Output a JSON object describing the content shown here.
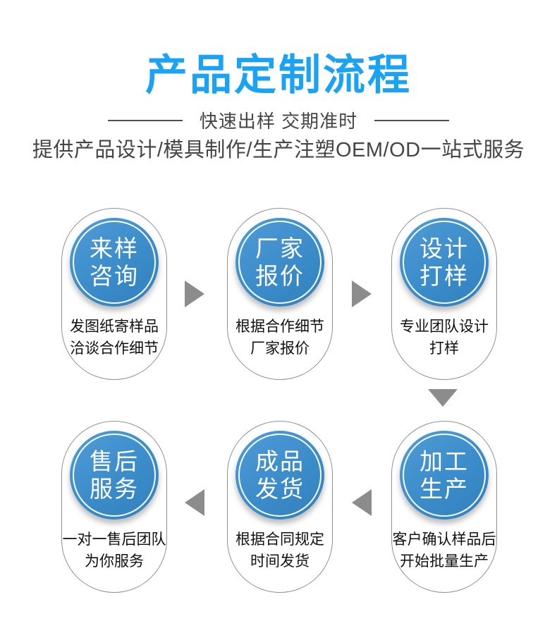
{
  "header": {
    "title": "产品定制流程",
    "subtitle": "快速出样 交期准时",
    "description": "提供产品设计/模具制作/生产注塑OEM/OD一站式服务"
  },
  "colors": {
    "title_blue": "#1aa2f5",
    "circle_blue": "#3b8cca",
    "arrow_gray": "#8c8c8c"
  },
  "steps": [
    {
      "title_line1": "来样",
      "title_line2": "咨询",
      "desc_line1": "发图纸寄样品",
      "desc_line2": "洽谈合作细节"
    },
    {
      "title_line1": "厂家",
      "title_line2": "报价",
      "desc_line1": "根据合作细节",
      "desc_line2": "厂家报价"
    },
    {
      "title_line1": "设计",
      "title_line2": "打样",
      "desc_line1": "专业团队设计",
      "desc_line2": "打样"
    },
    {
      "title_line1": "加工",
      "title_line2": "生产",
      "desc_line1": "客户确认样品后",
      "desc_line2": "开始批量生产"
    },
    {
      "title_line1": "成品",
      "title_line2": "发货",
      "desc_line1": "根据合同规定",
      "desc_line2": "时间发货"
    },
    {
      "title_line1": "售后",
      "title_line2": "服务",
      "desc_line1": "一对一售后团队",
      "desc_line2": "为你服务"
    }
  ]
}
